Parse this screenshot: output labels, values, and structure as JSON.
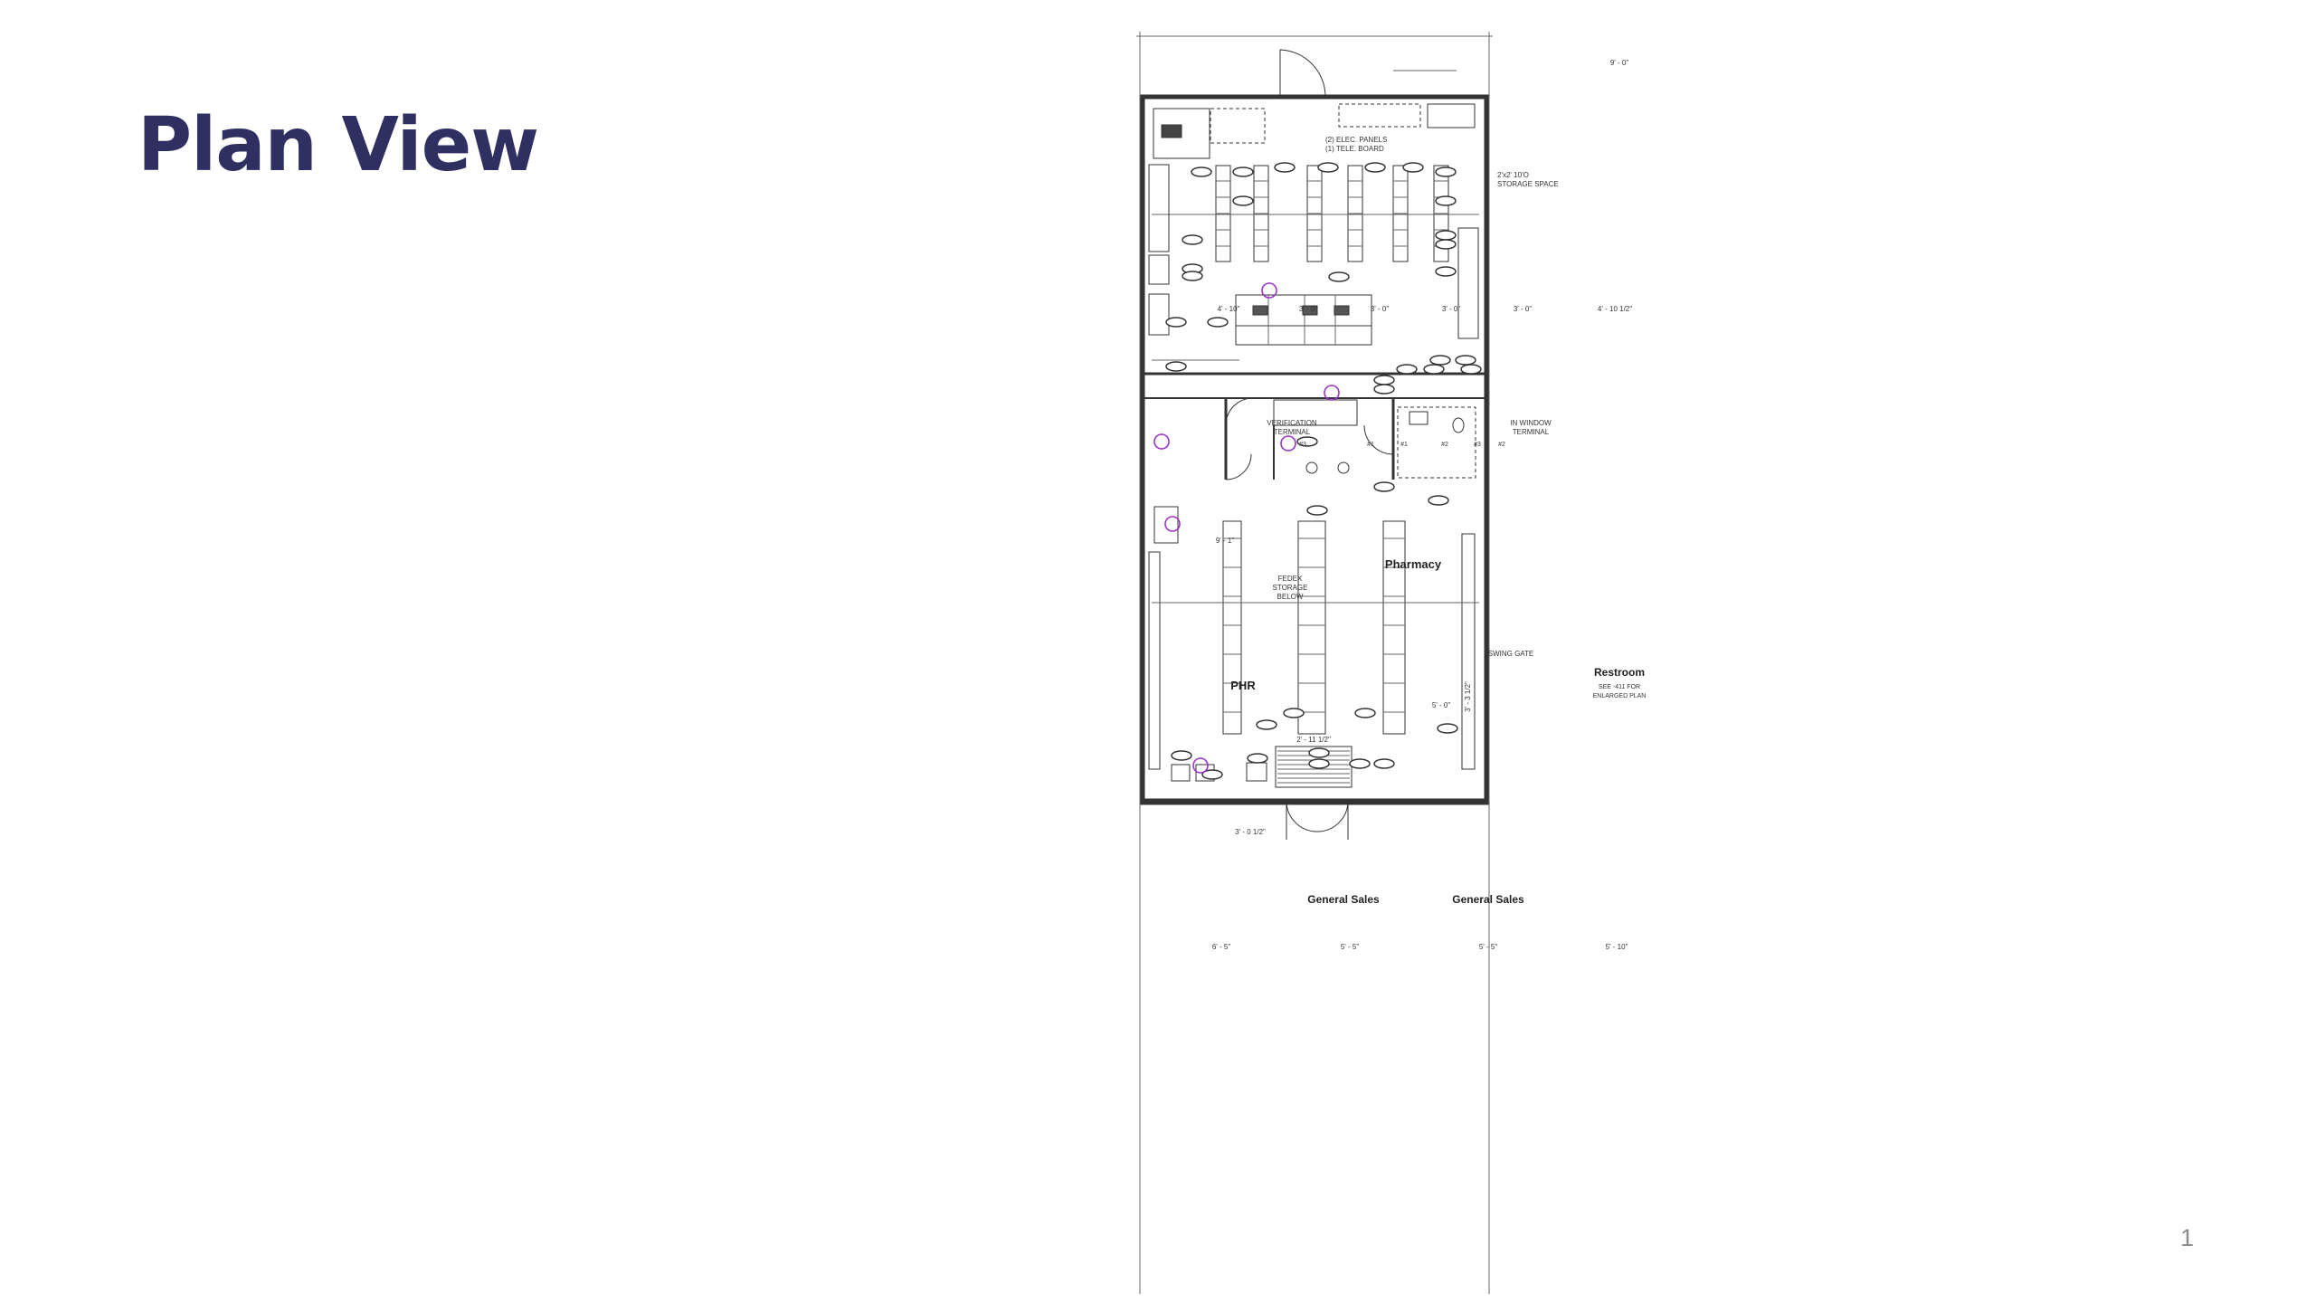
{
  "slide": {
    "title": "Plan View",
    "page_number": "1",
    "title_color": "#2f3061"
  },
  "plan": {
    "colors": {
      "ink": "#333333",
      "grey": "#666666",
      "accent": "#9933cc"
    },
    "rooms": {
      "pharmacy": "Pharmacy",
      "phr": "PHR",
      "restroom": "Restroom",
      "general_sales_1": "General Sales",
      "general_sales_2": "General Sales"
    },
    "notes": {
      "elec_panels_1": "(2) ELEC. PANELS",
      "elec_panels_2": "(1) TELE. BOARD",
      "storage_1": "2'x2' 10'O",
      "storage_2": "STORAGE SPACE",
      "verification_1": "VERIFICATION",
      "verification_2": "TERMINAL",
      "in_window_1": "IN WINDOW",
      "in_window_2": "TERMINAL",
      "fedex_1": "FEDEX",
      "fedex_2": "STORAGE",
      "fedex_3": "BELOW",
      "swing_gate": "SWING GATE",
      "restroom_note_1": "SEE -411 FOR",
      "restroom_note_2": "ENLARGED PLAN"
    },
    "dimensions": {
      "top": "9' - 0\"",
      "row_left": "4' - 10\"",
      "row_a": "3' - 0\"",
      "row_b": "3' - 0\"",
      "row_c": "3' - 0\"",
      "row_d": "3' - 0\"",
      "row_right": "4' - 10 1/2\"",
      "mid_left": "9' - 1\"",
      "phr_gap": "2' - 11 1/2\"",
      "gate_a": "3' - 3 1/2\"",
      "gate_b": "5' - 0\"",
      "corner": "3' - 0 1/2\"",
      "sales_left": "6' - 5\"",
      "sales_mid_1": "5' - 5\"",
      "sales_mid_2": "5' - 5\"",
      "sales_right": "5' - 10\""
    },
    "terminal_numbers": [
      "#3",
      "#1",
      "#1",
      "#2",
      "#3",
      "#2"
    ]
  }
}
